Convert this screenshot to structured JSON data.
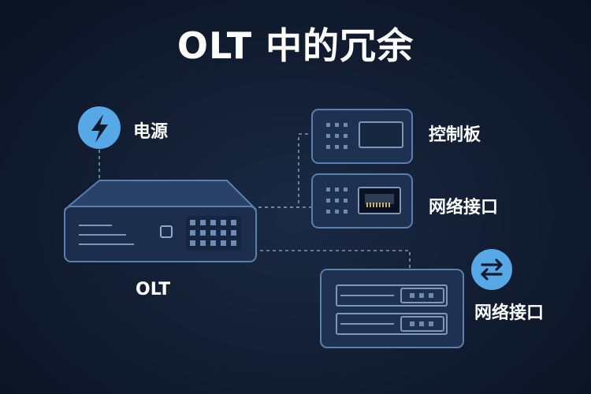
{
  "title": "OLT 中的冗余",
  "labels": {
    "power": "电源",
    "olt": "OLT",
    "control_board": "控制板",
    "network_interface_1": "网络接口",
    "network_interface_2": "网络接口"
  },
  "icons": {
    "power": "lightning-bolt-icon",
    "redundancy": "swap-arrows-icon"
  },
  "colors": {
    "background": "#111c30",
    "accent": "#56a8e6",
    "panel_fill": "#1e3150",
    "panel_stroke": "#5b7fae"
  }
}
